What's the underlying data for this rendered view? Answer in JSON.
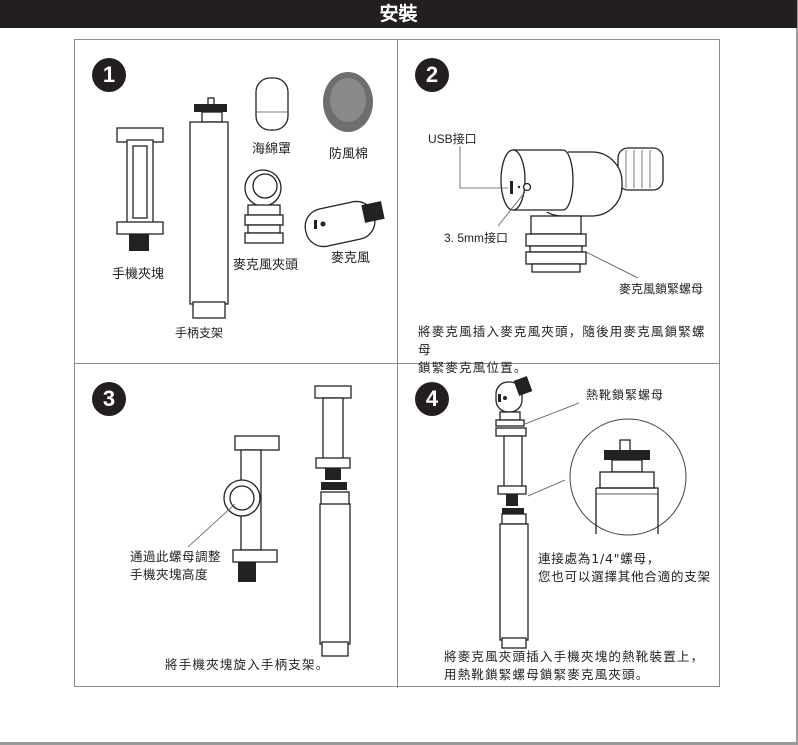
{
  "header": {
    "title": "安裝"
  },
  "steps": [
    {
      "number": "1",
      "labels": {
        "phone_clamp": "手機夾塊",
        "handle_stand": "手柄支架",
        "foam_cover": "海綿罩",
        "windscreen": "防風棉",
        "mic_mount": "麥克風夾頭",
        "microphone": "麥克風"
      }
    },
    {
      "number": "2",
      "labels": {
        "usb_port": "USB接口",
        "jack_port": "3. 5mm接口",
        "lock_nut": "麥克風鎖緊螺母"
      },
      "caption_line1": "將麥克風插入麥克風夾頭，隨後用麥克風鎖緊螺母",
      "caption_line2": "鎖緊麥克風位置。"
    },
    {
      "number": "3",
      "labels": {
        "adjust_line1": "通過此螺母調整",
        "adjust_line2": "手機夾塊高度"
      },
      "caption_line1": "將手機夾塊旋入手柄支架。"
    },
    {
      "number": "4",
      "labels": {
        "hotshoe_nut": "熱靴鎖緊螺母",
        "thread_line1": "連接處為1/4\"螺母，",
        "thread_line2": "您也可以選擇其他合適的支架"
      },
      "caption_line1": "將麥克風夾頭插入手機夾塊的熱靴裝置上，",
      "caption_line2": "用熱靴鎖緊螺母鎖緊麥克風夾頭。"
    }
  ]
}
